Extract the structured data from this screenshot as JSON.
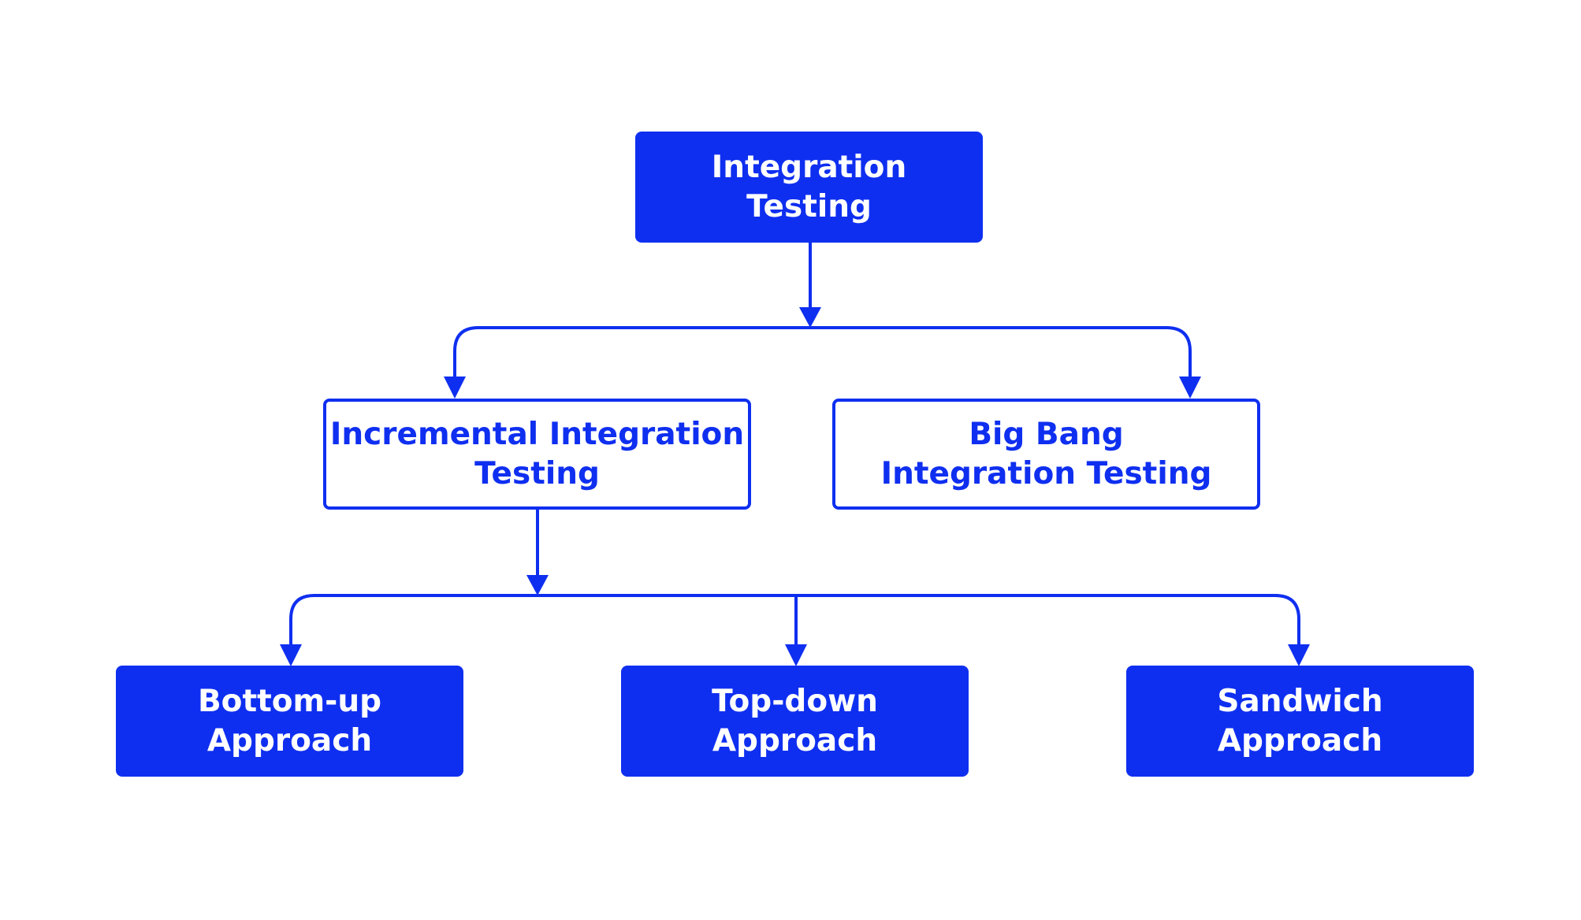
{
  "colors": {
    "primary": "#0f2ff0",
    "background": "#ffffff"
  },
  "nodes": {
    "root": {
      "label": "Integration\nTesting"
    },
    "incremental": {
      "label": "Incremental Integration\nTesting"
    },
    "bigbang": {
      "label": "Big Bang\nIntegration Testing"
    },
    "bottomup": {
      "label": "Bottom-up\nApproach"
    },
    "topdown": {
      "label": "Top-down\nApproach"
    },
    "sandwich": {
      "label": "Sandwich\nApproach"
    }
  },
  "edges": [
    {
      "from": "root",
      "to": "incremental"
    },
    {
      "from": "root",
      "to": "bigbang"
    },
    {
      "from": "incremental",
      "to": "bottomup"
    },
    {
      "from": "incremental",
      "to": "topdown"
    },
    {
      "from": "incremental",
      "to": "sandwich"
    }
  ]
}
